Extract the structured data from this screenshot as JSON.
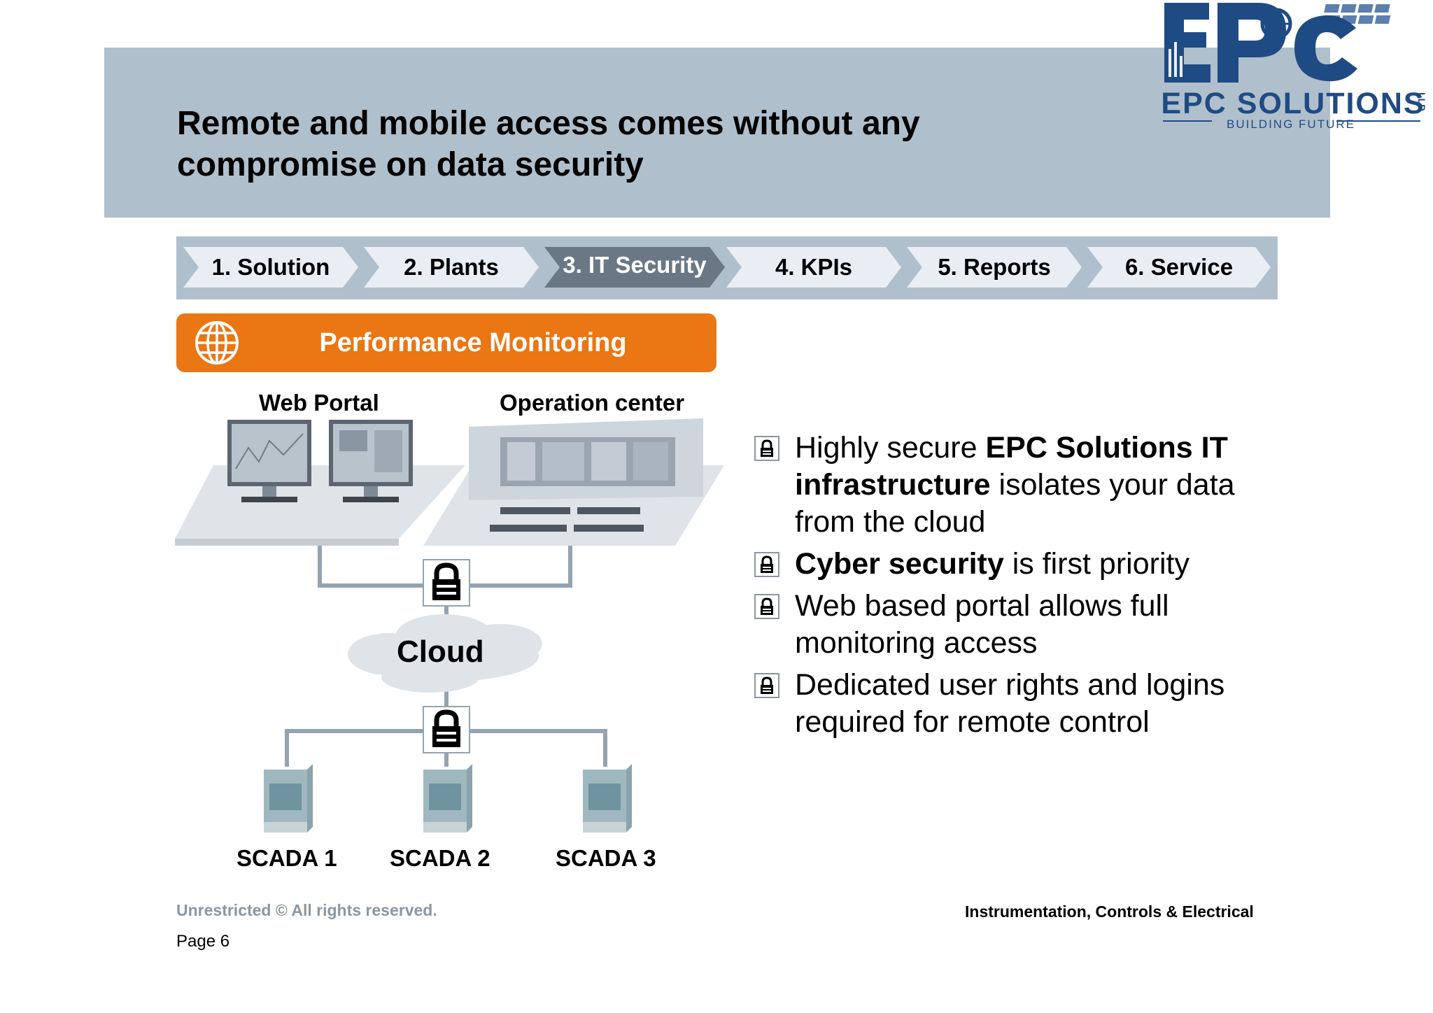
{
  "header": {
    "title_line1": "Remote and mobile access comes without any",
    "title_line2": "compromise on data security"
  },
  "logo": {
    "name": "EPC SOLUTIONS",
    "tagline": "BUILDING FUTURE",
    "suffix": "LLP",
    "icon": "epc-logo-icon",
    "color": "#1f4b84"
  },
  "stepper": {
    "steps": [
      {
        "label": "1. Solution",
        "active": false
      },
      {
        "label": "2. Plants",
        "active": false
      },
      {
        "label": "3. IT Security",
        "active": true
      },
      {
        "label": "4. KPIs",
        "active": false
      },
      {
        "label": "5. Reports",
        "active": false
      },
      {
        "label": "6. Service",
        "active": false
      }
    ],
    "active_color": "#6a7886",
    "inactive_color": "#e8eef4"
  },
  "banner": {
    "label": "Performance Monitoring",
    "icon": "globe-icon",
    "color": "#ea7614"
  },
  "diagram": {
    "web_portal": "Web Portal",
    "operation_center": "Operation center",
    "cloud": "Cloud",
    "scada": [
      "SCADA 1",
      "SCADA 2",
      "SCADA 3"
    ],
    "icons": [
      "monitor-icon",
      "control-room-icon",
      "lock-icon",
      "cloud-icon",
      "scada-cabinet-icon"
    ]
  },
  "bullets": [
    {
      "pre": "Highly secure ",
      "bold": "EPC Solutions IT infrastructure",
      "post": " isolates your data from the cloud"
    },
    {
      "pre": "",
      "bold": "Cyber security",
      "post": " is first priority"
    },
    {
      "pre": "Web based portal allows full monitoring access",
      "bold": "",
      "post": ""
    },
    {
      "pre": "Dedicated user rights and logins required for remote control",
      "bold": "",
      "post": ""
    }
  ],
  "footer": {
    "left": "Unrestricted © All rights reserved.",
    "page": "Page 6",
    "right": "Instrumentation, Controls & Electrical"
  }
}
